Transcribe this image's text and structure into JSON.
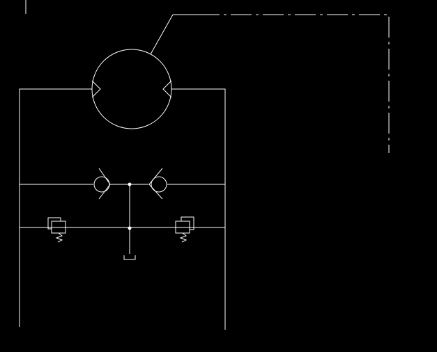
{
  "diagram": {
    "type": "hydraulic-schematic",
    "background_color": "#000000",
    "line_color": "#ffffff",
    "components": [
      {
        "id": "hydraulic-motor",
        "kind": "bidirectional hydraulic motor",
        "icon": "motor-circle-icon"
      },
      {
        "id": "shaft-linkage",
        "kind": "mechanical linkage (dash-dot boundary)"
      },
      {
        "id": "check-valve-left",
        "kind": "check valve",
        "icon": "check-valve-icon"
      },
      {
        "id": "check-valve-right",
        "kind": "check valve",
        "icon": "check-valve-icon"
      },
      {
        "id": "relief-valve-left",
        "kind": "pressure relief valve",
        "icon": "relief-valve-icon"
      },
      {
        "id": "relief-valve-right",
        "kind": "pressure relief valve",
        "icon": "relief-valve-icon"
      },
      {
        "id": "tank",
        "kind": "reservoir / tank",
        "icon": "tank-icon"
      }
    ]
  }
}
